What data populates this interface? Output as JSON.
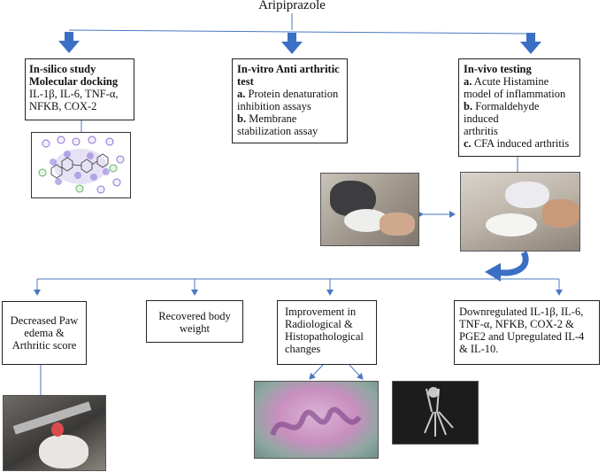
{
  "title": "Aripiprazole",
  "insilico": {
    "line1": "In-silico study",
    "line2": "Molecular docking",
    "targets1": "IL-1β, IL-6, TNF-α,",
    "targets2": "NFKB, COX-2"
  },
  "invitro": {
    "heading1": "In-vitro Anti arthritic",
    "heading2": "test",
    "a_marker": "a.",
    "a_text1": " Protein denaturation",
    "a_text2": "inhibition assays",
    "b_marker": "b.",
    "b_text1": " Membrane",
    "b_text2": "stabilization assay"
  },
  "invivo": {
    "heading": "In-vivo testing",
    "a_marker": "a.",
    "a_text1": " Acute Histamine",
    "a_text2": "model of inflammation",
    "b_marker": "b.",
    "b_text1": " Formaldehyde induced",
    "b_text2": "arthritis",
    "c_marker": "c.",
    "c_text1": " CFA induced arthritis"
  },
  "outcomes": {
    "paw": [
      "Decreased Paw",
      "edema &",
      "Arthritic score"
    ],
    "weight": [
      "Recovered body",
      "weight"
    ],
    "radio": [
      "Improvement in",
      "Radiological &",
      "Histopathological",
      "changes"
    ],
    "cytokines": [
      "Downregulated IL-1β, IL-6,",
      "TNF-α, NFKB, COX-2 &",
      "PGE2 and Upregulated IL-4",
      "& IL-10."
    ]
  },
  "colors": {
    "arrow_blue": "#3a6fc4",
    "line_blue": "#4a78c2",
    "docking_purple": "#8a6fd6",
    "docking_green": "#5fb35f",
    "histology_pink": "#c98fbf"
  }
}
